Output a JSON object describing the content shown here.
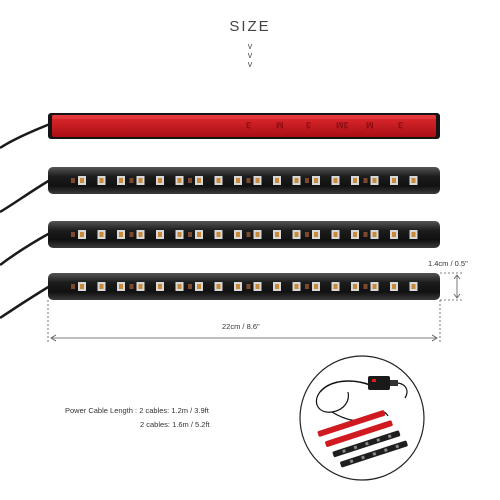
{
  "header": {
    "title": "SIZE",
    "chevrons": [
      "v",
      "v",
      "v"
    ]
  },
  "strips": {
    "adhesive_marks": [
      "3",
      "M",
      "3M",
      "3",
      "M",
      "3"
    ]
  },
  "dimensions": {
    "height_label": "1.4cm / 0.5\"",
    "length_label": "22cm / 8.6\""
  },
  "cable": {
    "line1": "Power Cable Length : 2 cables: 1.2m / 3.9ft",
    "line2": "2 cables: 1.6m / 5.2ft"
  },
  "colors": {
    "adhesive_red": "#c8141c",
    "strip_dark": "#1a1a1a",
    "led_amber": "#c98a3a"
  },
  "icons": [
    "chevron-down-icon",
    "led-strip-icon",
    "adapter-plug-icon"
  ]
}
